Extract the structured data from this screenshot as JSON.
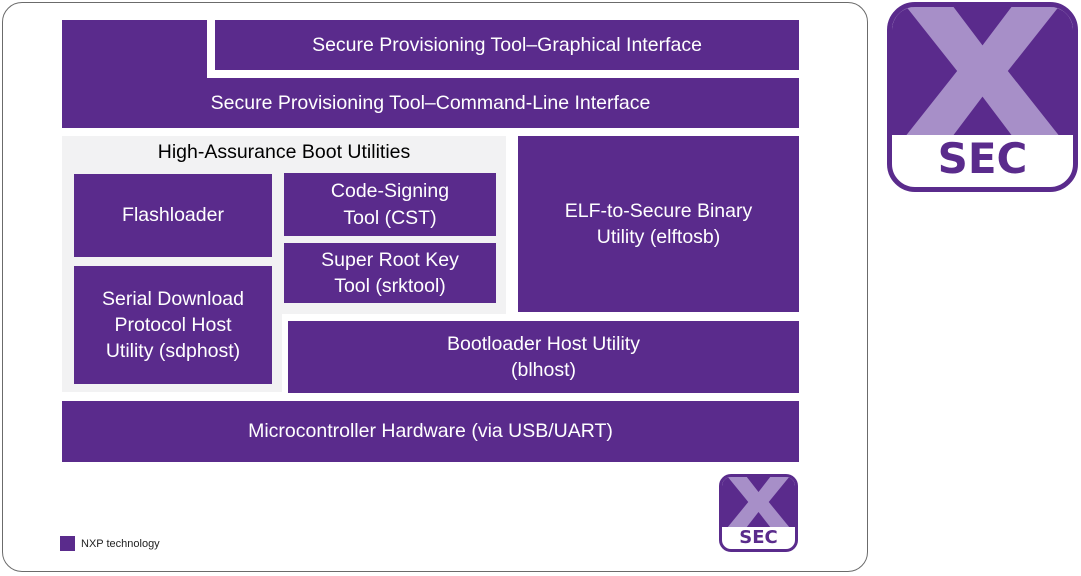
{
  "diagram": {
    "gui_tool": "Secure Provisioning Tool–Graphical Interface",
    "cli_tool": "Secure Provisioning Tool–Command-Line Interface",
    "hab_group_title": "High-Assurance Boot Utilities",
    "flashloader": "Flashloader",
    "cst": {
      "line1": "Code-Signing",
      "line2": "Tool (CST)"
    },
    "srktool": {
      "line1": "Super Root Key",
      "line2": "Tool (srktool)"
    },
    "sdphost": {
      "line1": "Serial Download",
      "line2": "Protocol Host",
      "line3": "Utility (sdphost)"
    },
    "elftosb": {
      "line1": "ELF-to-Secure Binary",
      "line2": "Utility (elftosb)"
    },
    "blhost": {
      "line1": "Bootloader Host Utility",
      "line2": "(blhost)"
    },
    "hardware": "Microcontroller Hardware (via USB/UART)"
  },
  "legend": {
    "label": "NXP technology",
    "color": "#5a2b8c"
  },
  "logo": {
    "letter": "X",
    "label": "SEC",
    "icon": "xsec-logo-icon",
    "color": "#5a2b8c",
    "light_color": "#a78fc8"
  }
}
